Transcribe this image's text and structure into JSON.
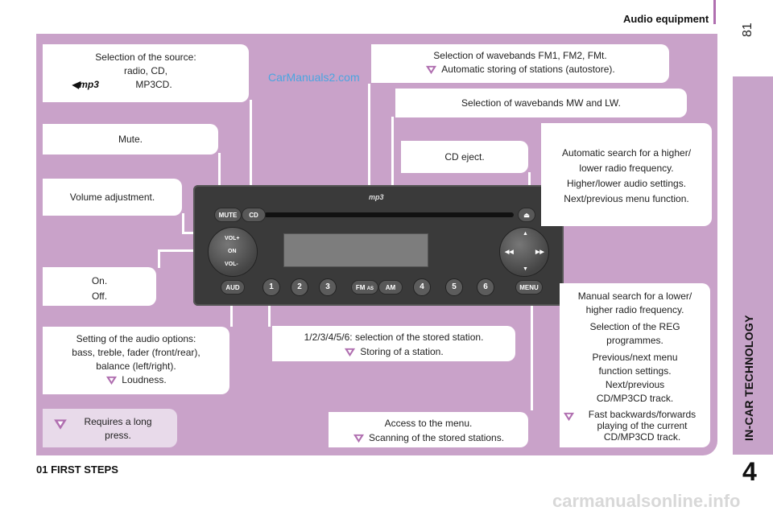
{
  "header": {
    "title": "Audio equipment",
    "page_number": "81"
  },
  "sidebar": {
    "label": "IN-CAR TECHNOLOGY",
    "chapter": "4"
  },
  "watermark": "CarManuals2.com",
  "watermark_bottom": "carmanualsonline.info",
  "footer": {
    "title": "01 FIRST STEPS"
  },
  "callouts": {
    "source": {
      "line1": "Selection of the source:",
      "line2": "radio, CD,",
      "line3": "MP3CD."
    },
    "mute": "Mute.",
    "volume": "Volume adjustment.",
    "onoff": {
      "line1": "On.",
      "line2": "Off."
    },
    "audio": {
      "line1": "Setting of the audio options:",
      "line2": "bass, treble, fader (front/rear),",
      "line3": "balance (left/right).",
      "hint": "Loudness."
    },
    "legend": {
      "text1": "Requires a long",
      "text2": "press."
    },
    "fm": {
      "line1": "Selection of wavebands FM1, FM2, FMt.",
      "hint": "Automatic storing of stations (autostore)."
    },
    "mw": "Selection of wavebands MW and LW.",
    "eject": "CD eject.",
    "auto_search": {
      "line1": "Automatic search for a higher/",
      "line2": "lower radio frequency.",
      "line3": "Higher/lower audio settings.",
      "line4": "Next/previous menu function."
    },
    "manual_search": {
      "line1": "Manual search for a lower/",
      "line2": "higher radio frequency.",
      "line3": "Selection of the REG",
      "line4": "programmes.",
      "line5": "Previous/next menu",
      "line6": "function settings.",
      "line7": "Next/previous",
      "line8": "CD/MP3CD track.",
      "hint1": "Fast backwards/forwards",
      "hint2": "playing of the current",
      "hint3": "CD/MP3CD track."
    },
    "presets": {
      "line1": "1/2/3/4/5/6: selection of the stored station.",
      "hint": "Storing of a station."
    },
    "menu": {
      "line1": "Access to the menu.",
      "hint": "Scanning of the stored stations."
    }
  },
  "radio": {
    "mute_label": "MUTE",
    "cd_label": "CD",
    "vol_plus": "VOL+",
    "on_label": "ON",
    "vol_minus": "VOL-",
    "aud_label": "AUD",
    "fm_label": "FM",
    "as_label": "AS",
    "am_label": "AM",
    "menu_label": "MENU",
    "presets": [
      "1",
      "2",
      "3",
      "4",
      "5",
      "6"
    ],
    "mp3_logo": "mp3"
  },
  "colors": {
    "panel": "#c9a2c9",
    "sidebar": "#c7a3c9",
    "header_bar": "#b06fb0",
    "hint_icon": "#b06fb0"
  }
}
